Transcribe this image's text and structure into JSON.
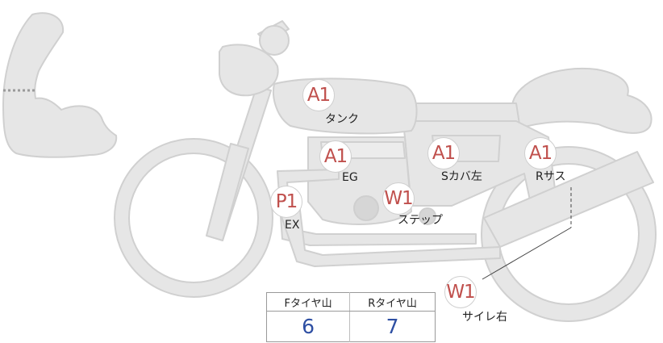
{
  "markers": [
    {
      "id": "tank",
      "code": "A1",
      "label": "タンク"
    },
    {
      "id": "engine",
      "code": "A1",
      "label": "EG"
    },
    {
      "id": "side-cover-left",
      "code": "A1",
      "label": "Sカバ左"
    },
    {
      "id": "rear-suspension",
      "code": "A1",
      "label": "Rサス"
    },
    {
      "id": "exhaust",
      "code": "P1",
      "label": "EX"
    },
    {
      "id": "step",
      "code": "W1",
      "label": "ステップ"
    },
    {
      "id": "muffler-right",
      "code": "W1",
      "label": "サイレ右"
    }
  ],
  "tread_table": {
    "front_header": "Fタイヤ山",
    "rear_header": "Rタイヤ山",
    "front_value": "6",
    "rear_value": "7"
  },
  "colors": {
    "marker_text": "#c0504d",
    "tread_value": "#2e4fa3",
    "body_fill": "#e6e6e6",
    "body_stroke": "#d0d0d0"
  }
}
